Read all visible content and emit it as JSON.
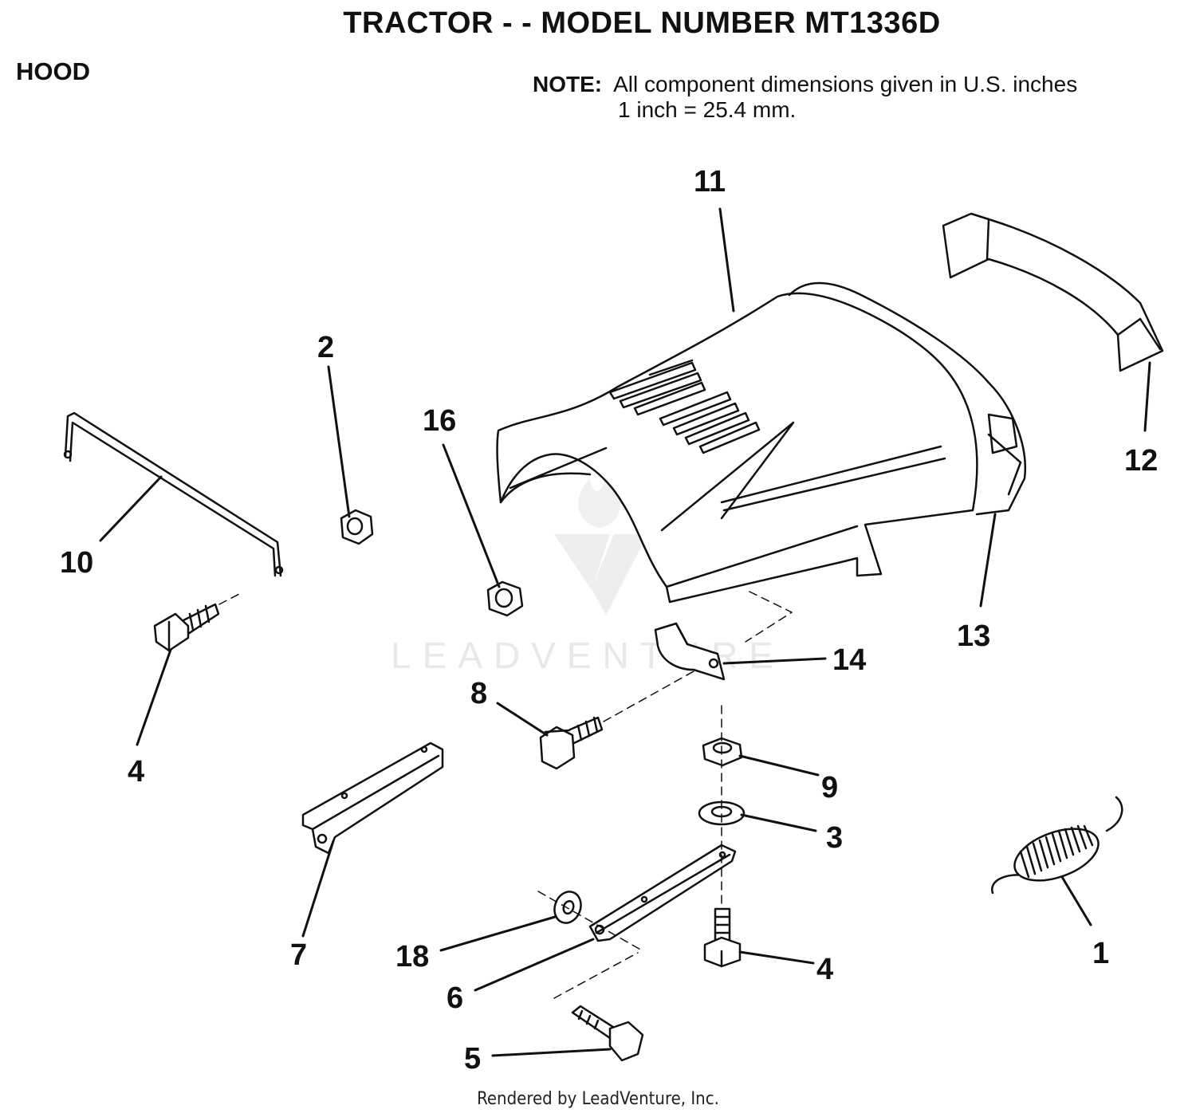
{
  "title": "TRACTOR - - MODEL NUMBER MT1336D",
  "section": "HOOD",
  "note": {
    "label": "NOTE:",
    "line1": "All component dimensions given in U.S. inches",
    "line2": "1 inch = 25.4 mm."
  },
  "watermark": "LEADVENTURE",
  "footer": "Rendered by LeadVenture, Inc.",
  "callouts": {
    "c1": "1",
    "c2": "2",
    "c3": "3",
    "c4a": "4",
    "c4b": "4",
    "c5": "5",
    "c6": "6",
    "c7": "7",
    "c8": "8",
    "c9": "9",
    "c10": "10",
    "c11": "11",
    "c12": "12",
    "c13": "13",
    "c14": "14",
    "c16": "16",
    "c18": "18"
  }
}
